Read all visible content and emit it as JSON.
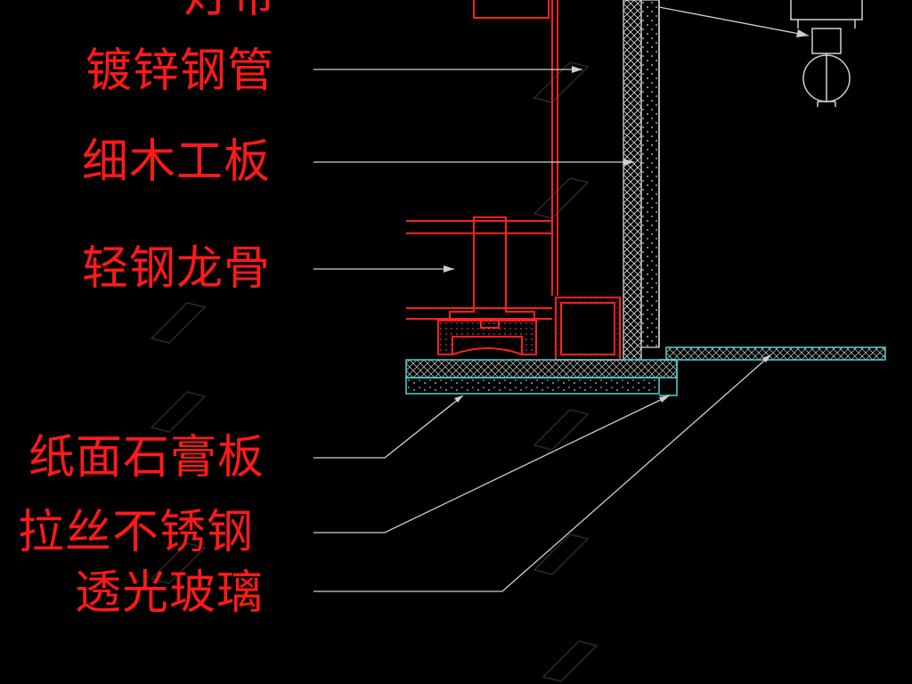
{
  "labels": [
    {
      "id": "top-partial",
      "text": "灯带"
    },
    {
      "id": "galvanized-steel-pipe",
      "text": "镀锌钢管"
    },
    {
      "id": "blockboard",
      "text": "细木工板"
    },
    {
      "id": "light-steel-keel",
      "text": "轻钢龙骨"
    },
    {
      "id": "gypsum-board",
      "text": "纸面石膏板"
    },
    {
      "id": "brushed-stainless-steel",
      "text": "拉丝不锈钢"
    },
    {
      "id": "translucent-glass",
      "text": "透光玻璃"
    }
  ],
  "colors": {
    "background": "#000000",
    "label_text": "#ff1a1a",
    "leader_line": "#cfcfcf",
    "profile_red": "#ff2020",
    "glass_cyan": "#4fd6d6",
    "wall_hatch": "#e0e0e0"
  }
}
